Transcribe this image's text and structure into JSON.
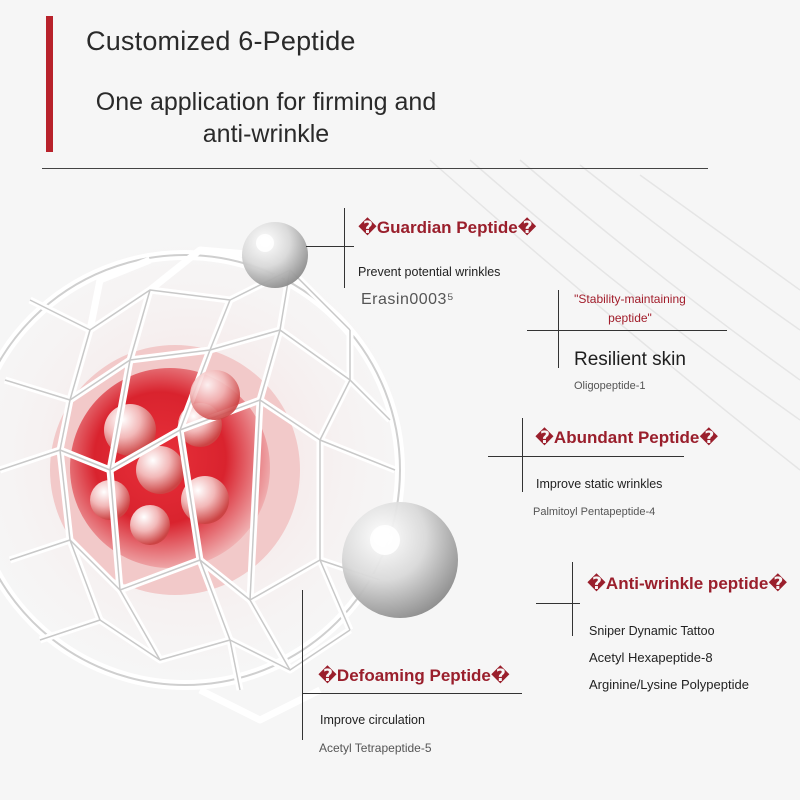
{
  "header": {
    "title": "Customized 6-Peptide",
    "subtitle_lines": [
      "One application for firming and",
      "anti-wrinkle"
    ]
  },
  "colors": {
    "accent": "#b8222b",
    "peptide_label": "#9a1f2c",
    "core_red": "#d9232e"
  },
  "peptides": {
    "guardian": {
      "name": "�Guardian Peptide�",
      "effect": "Prevent potential wrinkles",
      "ingredient": "Erasin0003⁵"
    },
    "stability": {
      "quote_lines": [
        "\"Stability-maintaining",
        "peptide\""
      ],
      "effect": "Resilient skin",
      "ingredient": "Oligopeptide-1"
    },
    "abundant": {
      "name": "�Abundant Peptide�",
      "effect": "Improve static wrinkles",
      "ingredient": "Palmitoyl Pentapeptide-4"
    },
    "anti_wrinkle": {
      "name": "�Anti-wrinkle peptide�",
      "effect": "Sniper Dynamic Tattoo",
      "ingredients": [
        "Acetyl Hexapeptide-8",
        "Arginine/Lysine Polypeptide"
      ]
    },
    "defoaming": {
      "name": "�Defoaming Peptide�",
      "effect": "Improve circulation",
      "ingredient": "Acetyl Tetrapeptide-5"
    }
  },
  "illustration": {
    "icon": "peptide-sphere-illustration"
  }
}
